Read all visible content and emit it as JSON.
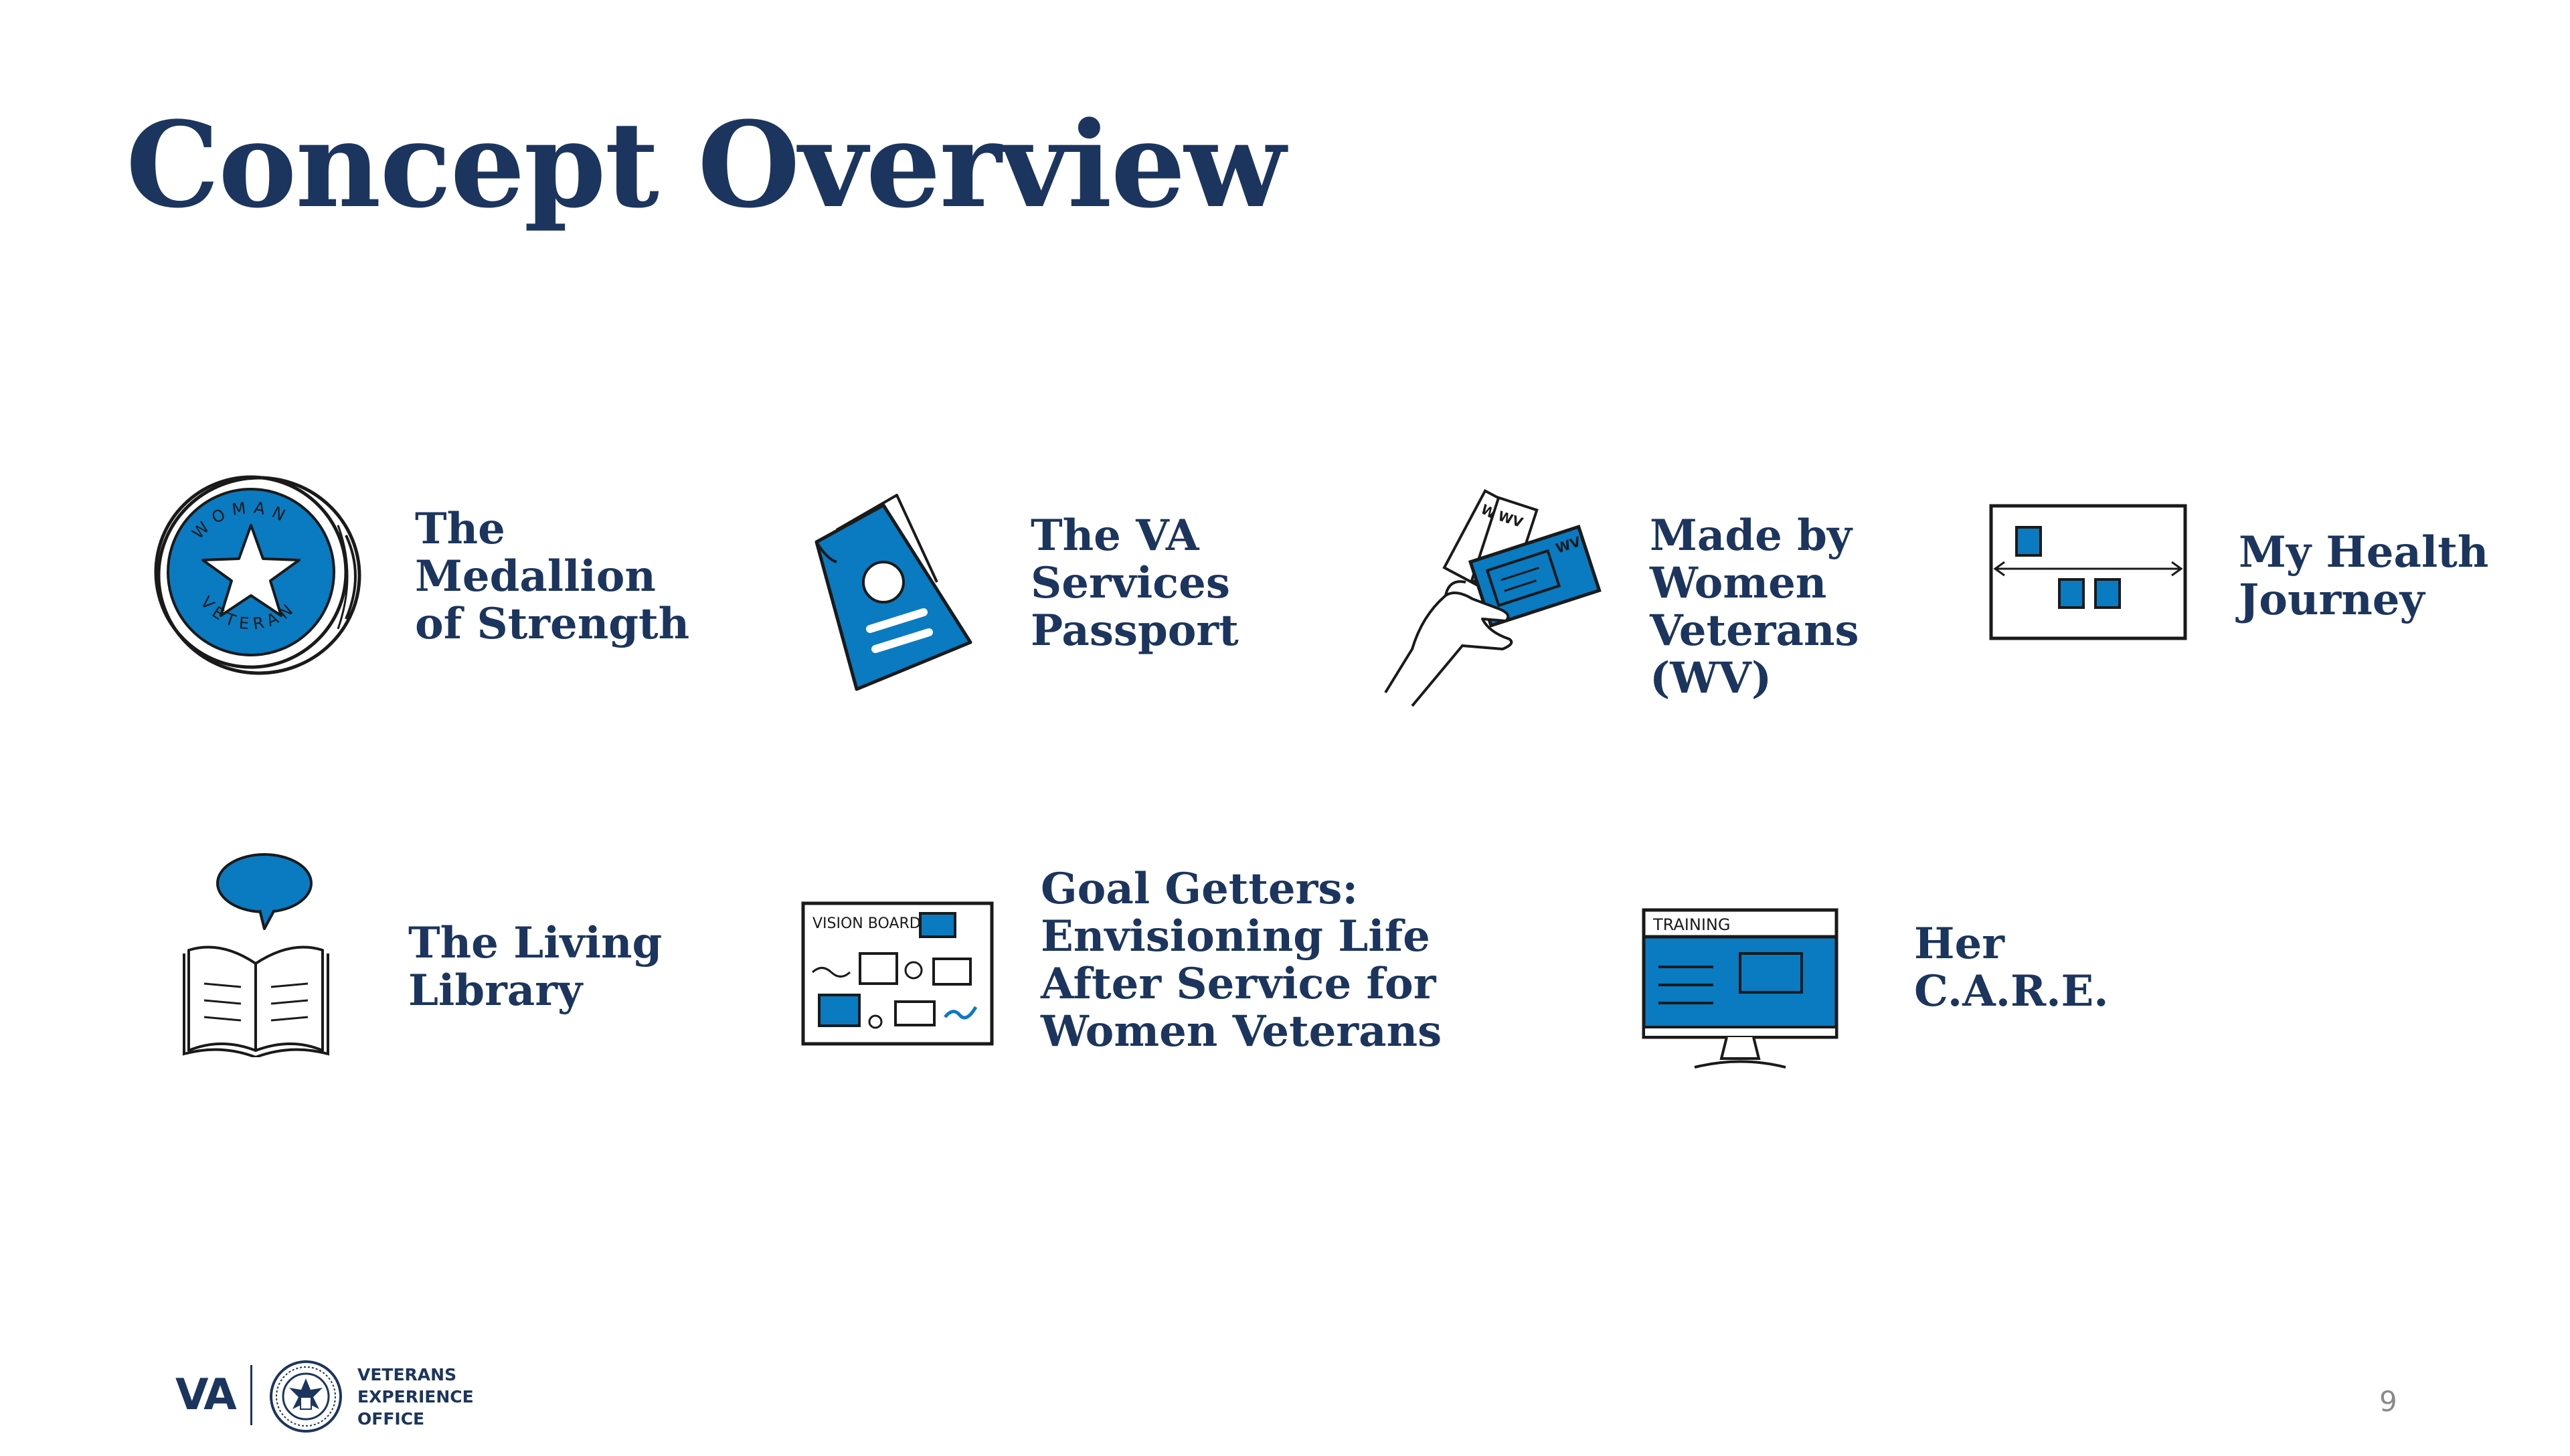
{
  "slide": {
    "title": "Concept Overview",
    "page_number": "9"
  },
  "colors": {
    "title": "#1c355e",
    "accent_blue": "#0a7ac1",
    "ink": "#1a1a1a"
  },
  "concepts": [
    {
      "label": "The\nMedallion\nof Strength",
      "icon": "medallion-icon",
      "icon_text": [
        "WOMAN",
        "VETERAN"
      ]
    },
    {
      "label": "The VA\nServices\nPassport",
      "icon": "passport-icon"
    },
    {
      "label": "Made by\nWomen\nVeterans\n(WV)",
      "icon": "hand-cards-icon",
      "icon_text": [
        "WV",
        "WV",
        "WV"
      ]
    },
    {
      "label": "My Health\nJourney",
      "icon": "timeline-board-icon"
    },
    {
      "label": "The Living\nLibrary",
      "icon": "open-book-speech-icon"
    },
    {
      "label": "Goal Getters:\nEnvisioning Life\nAfter Service for\nWomen Veterans",
      "icon": "vision-board-icon",
      "icon_text": [
        "VISION BOARD"
      ]
    },
    {
      "label": "Her\nC.A.R.E.",
      "icon": "training-monitor-icon",
      "icon_text": [
        "TRAINING"
      ]
    }
  ],
  "footer": {
    "logo_text": "VA",
    "office_name": "VETERANS\nEXPERIENCE\nOFFICE",
    "seal_icon": "va-seal-icon"
  }
}
